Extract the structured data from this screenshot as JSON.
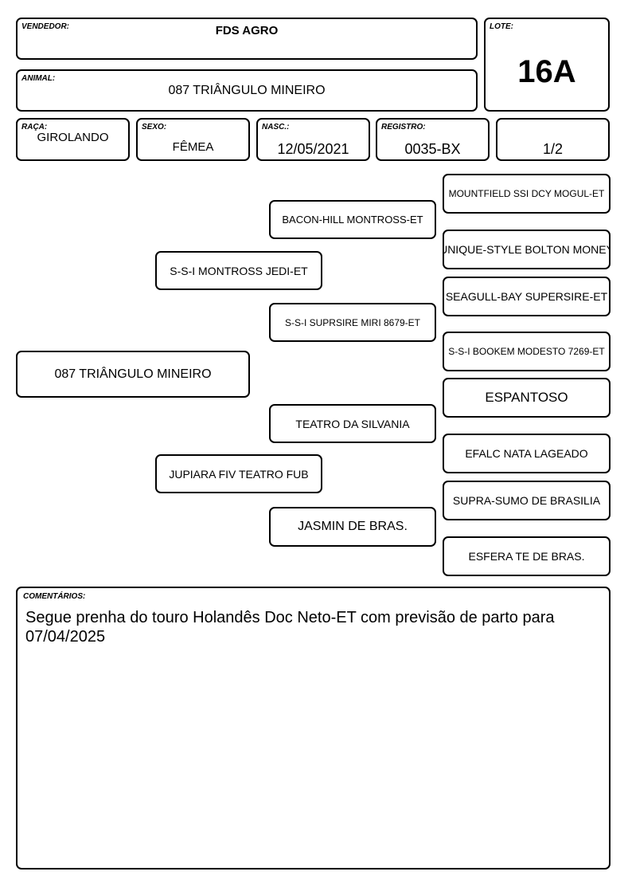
{
  "header": {
    "vendedor": {
      "label": "VENDEDOR:",
      "value": "FDS AGRO"
    },
    "lote": {
      "label": "LOTE:",
      "value": "16A"
    },
    "animal": {
      "label": "ANIMAL:",
      "value": "087 TRIÂNGULO MINEIRO"
    },
    "raca": {
      "label": "RAÇA:",
      "value": "GIROLANDO"
    },
    "sexo": {
      "label": "SEXO:",
      "value": "FÊMEA"
    },
    "nasc": {
      "label": "NASC.:",
      "value": "12/05/2021"
    },
    "registro": {
      "label": "REGISTRO:",
      "value": "0035-BX"
    },
    "grau": {
      "value": "1/2"
    }
  },
  "pedigree": {
    "animal": "087 TRIÂNGULO MINEIRO",
    "sire": "S-S-I MONTROSS JEDI-ET",
    "dam": "JUPIARA FIV TEATRO FUB",
    "sire_sire": "BACON-HILL MONTROSS-ET",
    "sire_dam": "S-S-I SUPRSIRE MIRI 8679-ET",
    "dam_sire": "TEATRO DA SILVANIA",
    "dam_dam": "JASMIN DE BRAS.",
    "ggp": [
      "MOUNTFIELD SSI DCY MOGUL-ET",
      "UNIQUE-STYLE BOLTON MONEY",
      "SEAGULL-BAY SUPERSIRE-ET",
      "S-S-I BOOKEM MODESTO 7269-ET",
      "ESPANTOSO",
      "EFALC NATA LAGEADO",
      "SUPRA-SUMO DE BRASILIA",
      "ESFERA TE DE BRAS."
    ]
  },
  "comments": {
    "label": "COMENTÁRIOS:",
    "text": "Segue prenha do touro Holandês Doc Neto-ET com previsão de parto para 07/04/2025"
  }
}
